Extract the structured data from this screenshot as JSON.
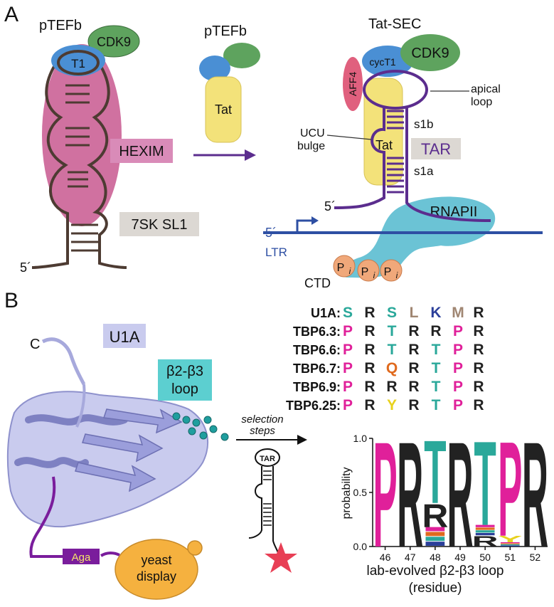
{
  "panel_a": {
    "label": "A",
    "left": {
      "ptefb": "pTEFb",
      "cdk9": "CDK9",
      "t1": "T1",
      "hexim": "HEXIM",
      "sl1": "7SK SL1",
      "five_prime": "5´"
    },
    "middle": {
      "ptefb": "pTEFb",
      "tat": "Tat"
    },
    "right": {
      "title": "Tat-SEC",
      "cdk9": "CDK9",
      "cyct1": "cycT1",
      "aff4": "AFF4",
      "apical_loop_1": "apical",
      "apical_loop_2": "loop",
      "s1b": "s1b",
      "ucu_1": "UCU",
      "ucu_2": "bulge",
      "tat": "Tat",
      "tar": "TAR",
      "s1a": "s1a",
      "five_prime_rna": "5´",
      "rnapii": "RNAPII",
      "five_prime_dna": "5´",
      "ltr": "LTR",
      "ctd": "CTD",
      "pi_base": "P",
      "pi_sub": "i"
    },
    "colors": {
      "cdk9": "#5ea35e",
      "ptefb_blue": "#4a8fd4",
      "hexim": "#c8588f",
      "tat": "#f3e27a",
      "aff4": "#e0607e",
      "rnapii": "#5bbcd0",
      "tar_purple": "#5b2d8e",
      "dna_blue": "#2e4fa3",
      "rna_brown": "#4d3b32"
    }
  },
  "panel_b": {
    "label": "B",
    "c_term": "C",
    "u1a": "U1A",
    "loop_1": "β2-β3",
    "loop_2": "loop",
    "aga": "Aga",
    "yeast_1": "yeast",
    "yeast_2": "display",
    "selection_1": "selection",
    "selection_2": "steps",
    "tar_small": "TAR",
    "sequences": [
      {
        "name": "U1A:",
        "residues": [
          "S",
          "R",
          "S",
          "L",
          "K",
          "M",
          "R"
        ]
      },
      {
        "name": "TBP6.3:",
        "residues": [
          "P",
          "R",
          "T",
          "R",
          "R",
          "P",
          "R"
        ]
      },
      {
        "name": "TBP6.6:",
        "residues": [
          "P",
          "R",
          "T",
          "R",
          "T",
          "P",
          "R"
        ]
      },
      {
        "name": "TBP6.7:",
        "residues": [
          "P",
          "R",
          "Q",
          "R",
          "T",
          "P",
          "R"
        ]
      },
      {
        "name": "TBP6.9:",
        "residues": [
          "P",
          "R",
          "R",
          "R",
          "T",
          "P",
          "R"
        ]
      },
      {
        "name": "TBP6.25:",
        "residues": [
          "P",
          "R",
          "Y",
          "R",
          "T",
          "P",
          "R"
        ]
      }
    ],
    "residue_colors": {
      "S": "#2aa89a",
      "T": "#2aa89a",
      "R": "#222222",
      "L": "#a08672",
      "K": "#2b3f9a",
      "M": "#a08672",
      "P": "#e0209a",
      "Q": "#e06a1e",
      "Y": "#e8d21e"
    },
    "logo": {
      "ylabel": "probability",
      "xlabel_1": "lab-evolved β2-β3 loop",
      "xlabel_2": "(residue)",
      "yticks": [
        "0.0",
        "0.5",
        "1.0"
      ],
      "xticks": [
        "46",
        "47",
        "48",
        "49",
        "50",
        "51",
        "52"
      ]
    }
  },
  "chart_data": {
    "type": "bar",
    "categories": [
      "46",
      "47",
      "48",
      "49",
      "50",
      "51",
      "52"
    ],
    "stacks": [
      [
        {
          "letter": "P",
          "p": 1.0
        }
      ],
      [
        {
          "letter": "R",
          "p": 1.0
        }
      ],
      [
        {
          "letter": "T",
          "p": 0.6
        },
        {
          "letter": "R",
          "p": 0.22
        },
        {
          "letter": "other",
          "p": 0.18
        }
      ],
      [
        {
          "letter": "R",
          "p": 1.0
        }
      ],
      [
        {
          "letter": "T",
          "p": 0.8
        },
        {
          "letter": "R",
          "p": 0.1
        },
        {
          "letter": "other",
          "p": 0.1
        }
      ],
      [
        {
          "letter": "P",
          "p": 0.9
        },
        {
          "letter": "Y",
          "p": 0.06
        },
        {
          "letter": "other",
          "p": 0.04
        }
      ],
      [
        {
          "letter": "R",
          "p": 1.0
        }
      ]
    ],
    "ylim": [
      0,
      1
    ]
  }
}
